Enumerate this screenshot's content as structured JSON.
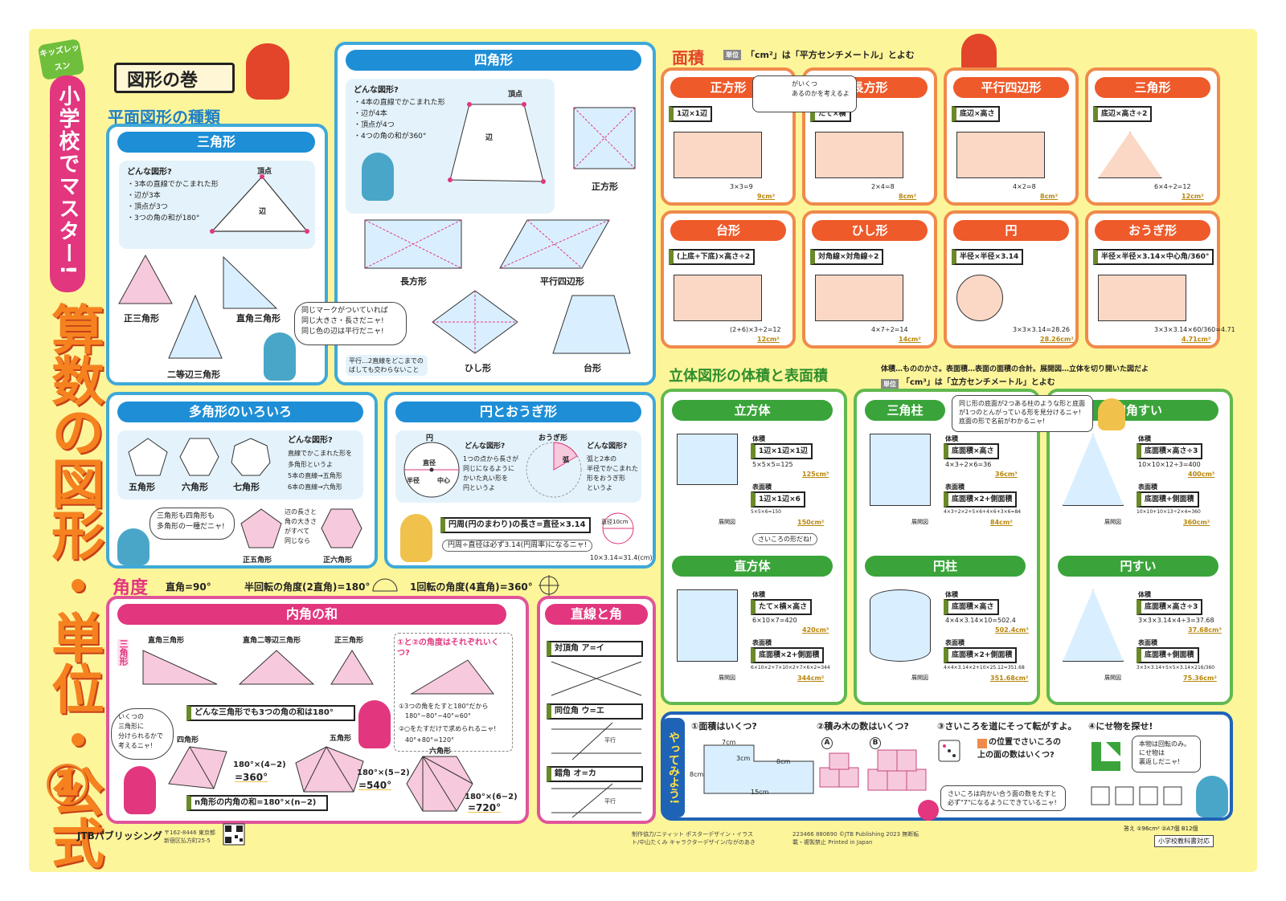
{
  "header": {
    "badge": "キッズレッスン",
    "subtitle": "小学校でマスター!",
    "title_main": "算数の図形・単位・公式",
    "title_no": "①",
    "scroll": "図形の巻"
  },
  "plane": {
    "heading": "平面図形の種類",
    "triangle": {
      "title": "三角形",
      "q": "どんな図形?",
      "lines": [
        "・3本の直線でかこまれた形",
        "・辺が3本",
        "・頂点が3つ",
        "・3つの角の和が180°"
      ],
      "apex": "頂点",
      "side": "辺",
      "types": [
        "正三角形",
        "直角三角形",
        "二等辺三角形"
      ]
    },
    "quad": {
      "title": "四角形",
      "q": "どんな図形?",
      "lines": [
        "・4本の直線でかこまれた形",
        "・辺が4本",
        "・頂点が4つ",
        "・4つの角の和が360°"
      ],
      "apex": "頂点",
      "side": "辺",
      "types": [
        "正方形",
        "長方形",
        "平行四辺形",
        "ひし形",
        "台形"
      ],
      "note": "平行…2直線をどこまでのばしても交わらないこと"
    },
    "bubble": [
      "同じマークがついていれば",
      "同じ大きさ・長さだニャ!",
      "同じ色の辺は平行だニャ!"
    ],
    "polygon": {
      "title": "多角形のいろいろ",
      "shapes": [
        "五角形",
        "六角形",
        "七角形"
      ],
      "q": "どんな図形?",
      "lines": [
        "直線でかこまれた形を",
        "多角形というよ",
        "5本の直線→五角形",
        "6本の直線→六角形"
      ],
      "bubble": [
        "三角形も四角形も",
        "多角形の一種だニャ!"
      ],
      "regular": [
        "正五角形",
        "正六角形"
      ],
      "regular_note": [
        "辺の長さと",
        "角の大きさ",
        "がすべて",
        "同じなら"
      ]
    },
    "circle": {
      "title": "円とおうぎ形",
      "circle": "円",
      "radius": "半径",
      "center": "中心",
      "diameter": "直径",
      "q1": "どんな図形?",
      "l1": [
        "1つの点から長さが",
        "同じになるように",
        "かいた丸い形を",
        "円というよ"
      ],
      "sector": "おうぎ形",
      "arc": "弧",
      "q2": "どんな図形?",
      "l2": [
        "弧と2本の",
        "半径でかこまれた",
        "形をおうぎ形",
        "というよ"
      ],
      "f1": "円周(円のまわり)の長さ=直径×3.14",
      "f2": "円周÷直径は必ず3.14(円周率)になるニャ!",
      "ex_label": "直径10cm",
      "ex": "10×3.14=31.4(cm)"
    }
  },
  "angle": {
    "title": "角度",
    "items": [
      "直角=90°",
      "半回転の角度(2直角)=180°",
      "1回転の角度(4直角)=360°"
    ]
  },
  "interior": {
    "title": "内角の和",
    "tri_label": "三角形",
    "tris": [
      "直角三角形",
      "直角二等辺三角形",
      "正三角形"
    ],
    "q": "①と②の角度はそれぞれいくつ?",
    "sol": [
      "①3つの角をたすと180°だから",
      "180°−80°−40°=60°",
      "②○をたすだけで求められるニャ!",
      "40°+80°=120°"
    ],
    "rule": "どんな三角形でも3つの角の和は180°",
    "bubble": [
      "いくつの",
      "三角形に",
      "分けられるかで",
      "考えるニャ!"
    ],
    "shapes": [
      "四角形",
      "五角形",
      "六角形"
    ],
    "calc": [
      "180°×(4−2)",
      "=360°",
      "180°×(5−2)",
      "=540°",
      "180°×(6−2)",
      "=720°"
    ],
    "nrule": "n角形の内角の和=180°×(n−2)"
  },
  "lines": {
    "title": "直線と角",
    "items": [
      "対頂角 ア=イ",
      "同位角 ウ=エ",
      "錯角 オ=カ"
    ],
    "parallel": "平行"
  },
  "area": {
    "title": "面積",
    "unit_tag": "単位",
    "unit": "「cm²」は「平方センチメートル」とよむ",
    "cells": [
      {
        "name": "正方形",
        "f": "1辺×1辺",
        "ex": "3×3=9",
        "ans": "9cm²"
      },
      {
        "name": "長方形",
        "f": "たて×横",
        "ex": "2×4=8",
        "ans": "8cm²"
      },
      {
        "name": "平行四辺形",
        "f": "底辺×高さ",
        "ex": "4×2=8",
        "ans": "8cm²"
      },
      {
        "name": "三角形",
        "f": "底辺×高さ÷2",
        "ex": "6×4÷2=12",
        "ans": "12cm²"
      },
      {
        "name": "台形",
        "f": "(上底+下底)×高さ÷2",
        "ex": "(2+6)×3÷2=12",
        "ans": "12cm²"
      },
      {
        "name": "ひし形",
        "f": "対角線×対角線÷2",
        "ex": "4×7÷2=14",
        "ans": "14cm²"
      },
      {
        "name": "円",
        "f": "半径×半径×3.14",
        "ex": "3×3×3.14=28.26",
        "ans": "28.26cm²"
      },
      {
        "name": "おうぎ形",
        "f": "半径×半径×3.14×中心角/360°",
        "ex": "3×3×3.14×60/360=4.71",
        "ans": "4.71cm²"
      }
    ],
    "bubble": [
      "がいくつ",
      "あるのかを考えるよ"
    ]
  },
  "solid": {
    "title": "立体図形の体積と表面積",
    "intro": "体積…もののかさ。表面積…表面の面積の合計。展開図…立体を切り開いた図だよ",
    "unit_tag": "単位",
    "unit": "「cm³」は「立方センチメートル」とよむ",
    "cube": {
      "name": "立方体",
      "f": "1辺×1辺×1辺",
      "ex": "5×5×5=125",
      "ans": "125cm³",
      "sf": "1辺×1辺×6",
      "sex": "5×5×6=150",
      "sans": "150cm²",
      "note": "さいころの形だね!"
    },
    "cuboid": {
      "name": "直方体",
      "f": "たて×横×高さ",
      "ex": "6×10×7=420",
      "ans": "420cm³",
      "sf": "底面積×2+側面積",
      "sex": "6×10×2+7×10×2+7×6×2=344",
      "sans": "344cm²"
    },
    "tprism": {
      "name": "三角柱",
      "f": "底面積×高さ",
      "ex": "4×3÷2×6=36",
      "ans": "36cm³",
      "sf": "底面積×2+側面積",
      "sex": "4×3÷2×2+5×6+4×6+3×6=84",
      "sans": "84cm²",
      "bubble": "同じ形の底面が2つある柱のような形と底面が1つのとんがっている形を見分けるニャ!底面の形で名前がわかるニャ!"
    },
    "cylinder": {
      "name": "円柱",
      "f": "底面積×高さ",
      "ex": "4×4×3.14×10=502.4",
      "ans": "502.4cm³",
      "sf": "底面積×2+側面積",
      "sex": "4×4×3.14×2+10×25.12=351.68",
      "sans": "351.68cm²"
    },
    "pyramid": {
      "name": "四角すい",
      "f": "底面積×高さ÷3",
      "ex": "10×10×12÷3=400",
      "ans": "400cm³",
      "sf": "底面積+側面積",
      "sex": "10×10+10×13÷2×4=360",
      "sans": "360cm²"
    },
    "cone": {
      "name": "円すい",
      "f": "底面積×高さ÷3",
      "ex": "3×3×3.14×4÷3=37.68",
      "ans": "37.68cm³",
      "sf": "底面積+側面積",
      "sex": "3×3×3.14+5×5×3.14×216/360",
      "sans": "75.36cm²"
    },
    "tenkai": "展開図",
    "label_v": "体積",
    "label_s": "表面積"
  },
  "try": {
    "label": "やってみよう!",
    "q1": "①面積はいくつ?",
    "q1dims": [
      "7cm",
      "3cm",
      "8cm",
      "8cm",
      "15cm"
    ],
    "q2": "②積み木の数はいくつ?",
    "q2opts": [
      "A",
      "B"
    ],
    "q3": "③さいころを道にそって転がすよ。",
    "q3b": [
      "の位置でさいころの",
      "上の面の数はいくつ?"
    ],
    "q3n": [
      "さいころは向かい合う面の数をたすと",
      "必ず\"7\"になるようにできているニャ!"
    ],
    "q4": "④にせ物を探せ!",
    "q4b": [
      "本物は回転のみ。",
      "にせ物は",
      "裏返しだニャ!"
    ],
    "answer": "答え ①96cm² ②A7個 B12個"
  },
  "footer": {
    "publisher": "JTBパブリッシング",
    "addr": "〒162-8446 東京都新宿区払方町25-5",
    "copy": "223466 880690 ©JTB Publishing 2023 無断転載・複製禁止 Printed in Japan",
    "tag": "小学校教科書対応",
    "credit": "制作協力/ニティット ポスターデザイン・イラスト/中山たくみ キャラクターデザイン/ながのあき"
  }
}
